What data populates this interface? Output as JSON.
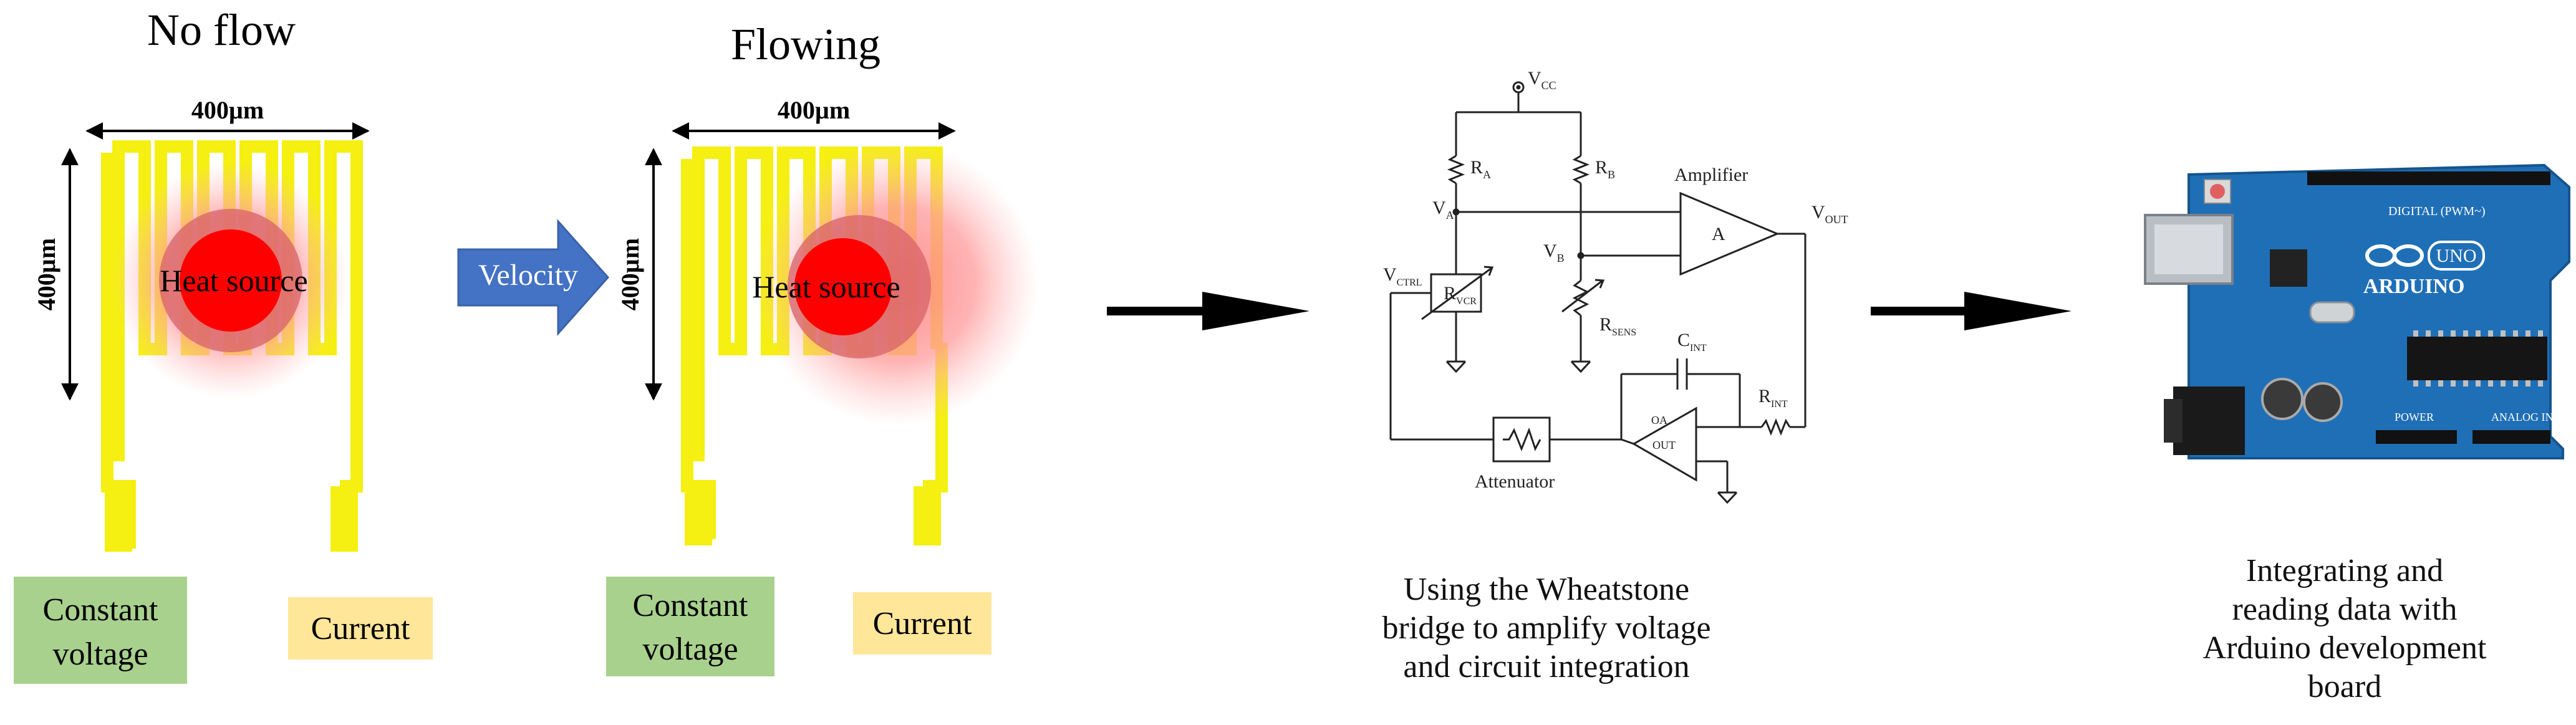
{
  "panel_no_flow": {
    "title": "No flow",
    "width_label": "400µm",
    "height_label": "400µm",
    "heat_label": "Heat source",
    "voltage_box": [
      "Constant",
      "voltage"
    ],
    "current_box": "Current"
  },
  "velocity_label": "Velocity",
  "panel_flowing": {
    "title": "Flowing",
    "width_label": "400µm",
    "height_label": "400µm",
    "heat_label": "Heat source",
    "voltage_box": [
      "Constant",
      "voltage"
    ],
    "current_box": "Current"
  },
  "circuit": {
    "vcc": "V",
    "vcc_sub": "CC",
    "ra": "R",
    "ra_sub": "A",
    "rb": "R",
    "rb_sub": "B",
    "va": "V",
    "va_sub": "A",
    "vb": "V",
    "vb_sub": "B",
    "amplifier_label": "Amplifier",
    "amp_symbol": "A",
    "vout": "V",
    "vout_sub": "OUT",
    "vctrl": "V",
    "vctrl_sub": "CTRL",
    "rvcr": "R",
    "rvcr_sub": "VCR",
    "rsens": "R",
    "rsens_sub": "SENS",
    "cint": "C",
    "cint_sub": "INT",
    "rint": "R",
    "rint_sub": "INT",
    "oa": "OA",
    "out": "OUT",
    "attenuator_label": "Attenuator"
  },
  "circuit_caption": [
    "Using the Wheatstone",
    "bridge to amplify voltage",
    "and circuit integration"
  ],
  "arduino": {
    "brand": "ARDUINO",
    "model": "UNO",
    "digital_label": "DIGITAL (PWM~)",
    "power_label": "POWER",
    "analog_label": "ANALOG IN"
  },
  "arduino_caption": [
    "Integrating and",
    "reading data with",
    "Arduino development",
    "board"
  ],
  "colors": {
    "heater": "#f5ef12",
    "heat_core": "#ff0000",
    "velocity_arrow": "#4472c4",
    "voltage_box": "#a9d18e",
    "current_box": "#ffe699",
    "board": "#1f6fb6"
  }
}
